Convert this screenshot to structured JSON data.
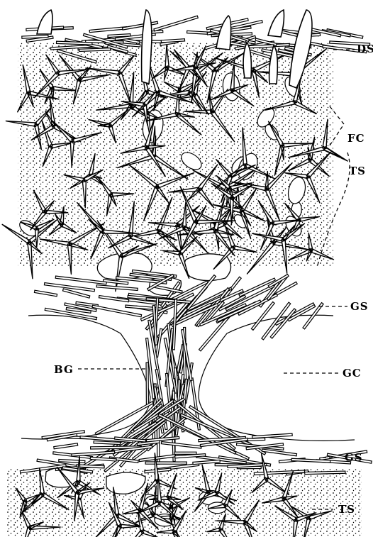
{
  "figure": {
    "style": "black-and-white pen illustration of a sponge skeleton section",
    "ink_color": "#000000",
    "paper_color": "#ffffff",
    "labels": {
      "ds": "DS",
      "fc": "FC",
      "ts_upper": "TS",
      "gs_upper": "GS",
      "bg": "BG",
      "gc": "GC",
      "gs_lower": "GS",
      "ts_lower": "TS"
    }
  }
}
